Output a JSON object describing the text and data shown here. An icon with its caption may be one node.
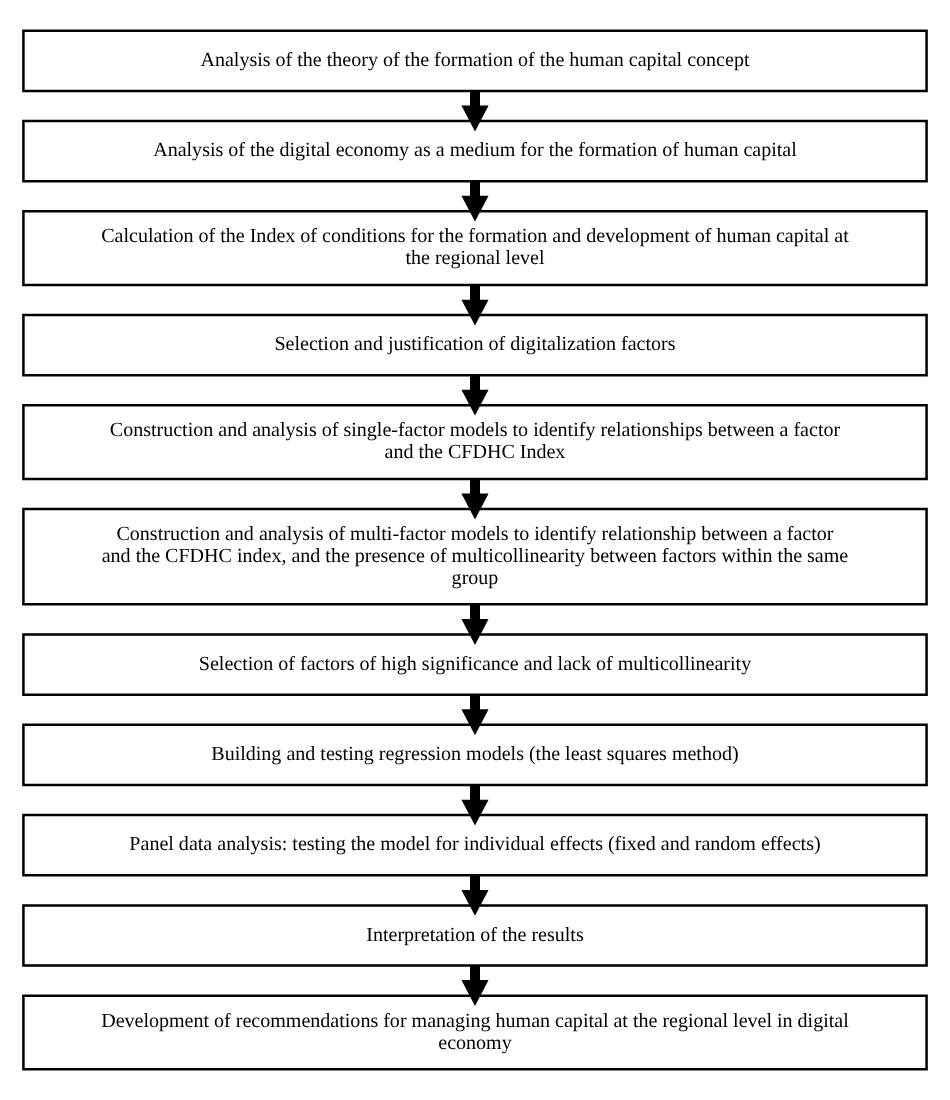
{
  "diagram": {
    "nodes": [
      {
        "text": [
          "Analysis of the theory of the formation of the human capital concept"
        ]
      },
      {
        "text": [
          "Analysis of the digital economy as a medium for the formation of human capital"
        ]
      },
      {
        "text": [
          "Calculation of the Index of conditions for the formation and development of human capital at the regional level"
        ]
      },
      {
        "text": [
          "Selection and justification of digitalization factors"
        ]
      },
      {
        "text": [
          "Construction and analysis of single-factor models to identify relationships between a factor and the CFDHC Index"
        ]
      },
      {
        "text": [
          "Construction and analysis of multi-factor models to identify relationship between a factor and the CFDHC index, and the presence of multicollinearity between factors within the same group"
        ]
      },
      {
        "text": [
          "Selection of factors of high significance and lack of multicollinearity"
        ]
      },
      {
        "text": [
          "Building and testing regression models (the least squares method)"
        ]
      },
      {
        "text": [
          "Panel data analysis: testing the model for individual effects (fixed and random effects)"
        ]
      },
      {
        "text": [
          "Interpretation of the results"
        ]
      },
      {
        "text": [
          "Development of recommendations for managing human capital at the regional level in digital economy"
        ]
      }
    ],
    "edges": [
      {
        "from": 0,
        "to": 1,
        "arrow": "to"
      },
      {
        "from": 1,
        "to": 2,
        "arrow": "to"
      },
      {
        "from": 2,
        "to": 3,
        "arrow": "to"
      },
      {
        "from": 3,
        "to": 4,
        "arrow": "to"
      },
      {
        "from": 4,
        "to": 5,
        "arrow": "to"
      },
      {
        "from": 5,
        "to": 6,
        "arrow": "to"
      },
      {
        "from": 6,
        "to": 7,
        "arrow": "to"
      },
      {
        "from": 7,
        "to": 8,
        "arrow": "to"
      },
      {
        "from": 8,
        "to": 9,
        "arrow": "to"
      },
      {
        "from": 9,
        "to": 10,
        "arrow": "to"
      }
    ]
  }
}
